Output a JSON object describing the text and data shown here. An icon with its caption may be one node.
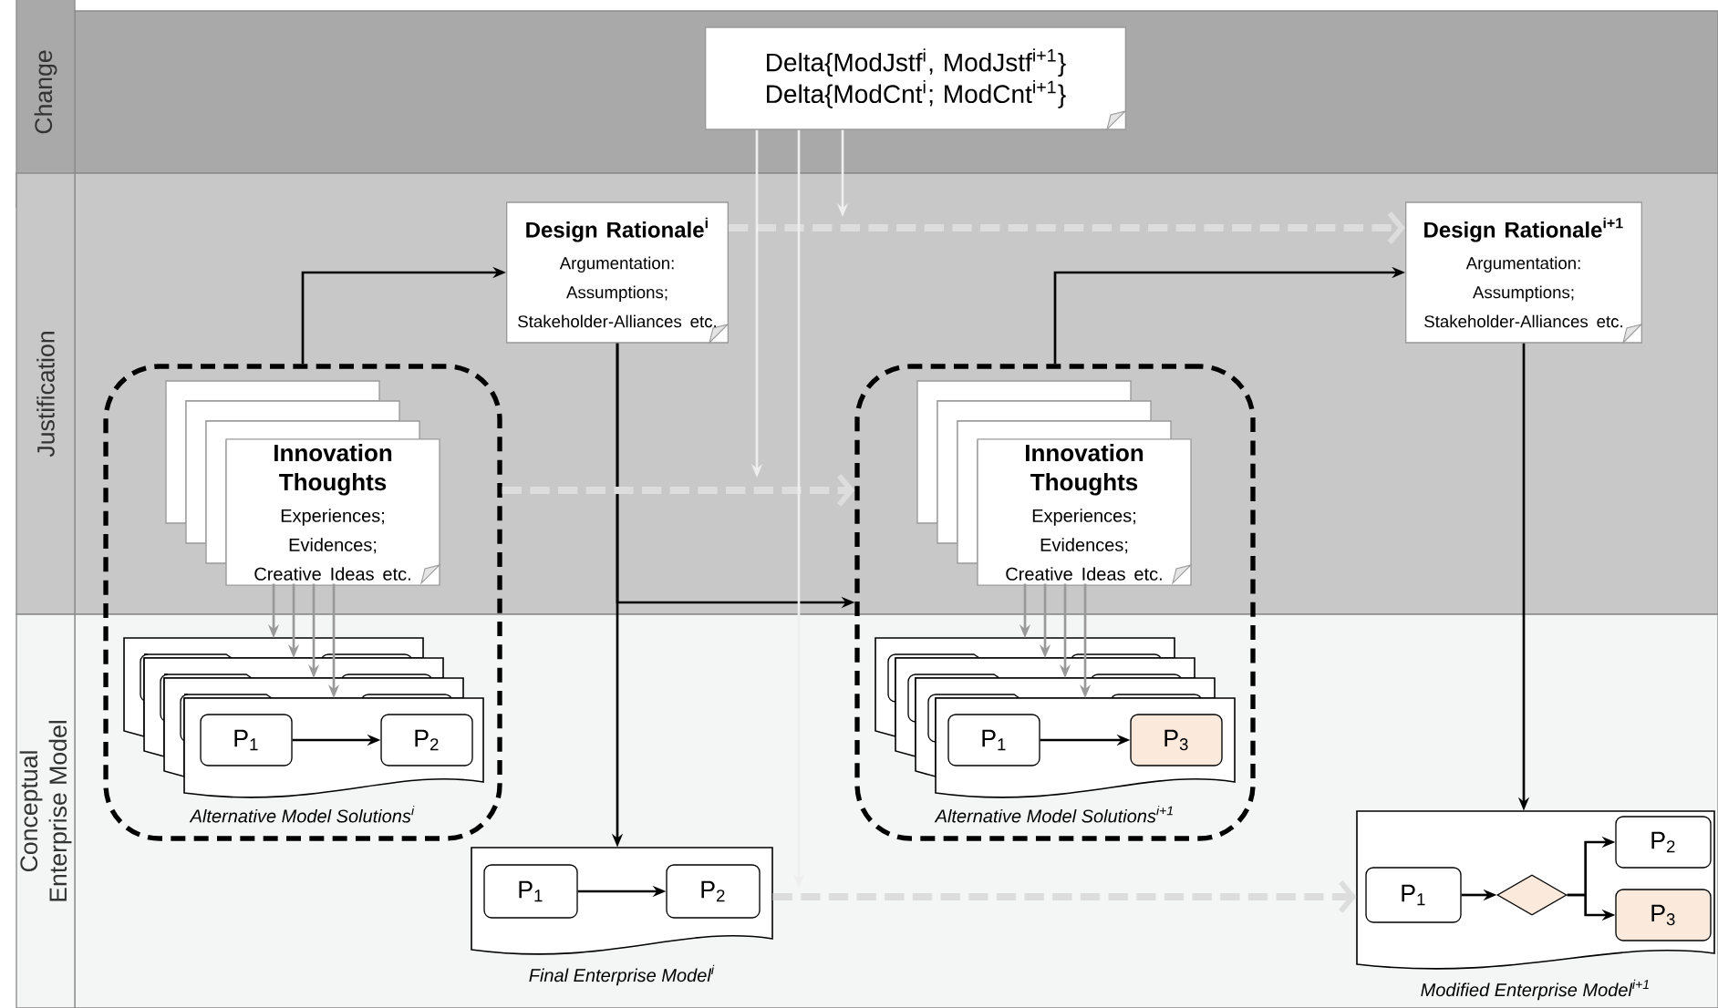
{
  "diagram": {
    "nodes": [
      {
        "text": [
          "Change"
        ]
      },
      {
        "text": [
          "Justification"
        ]
      },
      {
        "text": [
          "Conceptual Enterprise Model"
        ]
      },
      {
        "text": [
          "Delta{ModJstf$^{i}$, ModJstf$^{i+1}$}",
          "Delta{ModCnt$^{i}$; ModCnt$^{i+1}$}"
        ]
      },
      {
        "text": [
          "Design Rationale$^{i}$",
          "Argumentation: Assumptions; Stakeholder-Alliances etc."
        ]
      },
      {
        "text": [
          "Design Rationale$^{i+1}$",
          "Argumentation: Assumptions; Stakeholder-Alliances etc."
        ]
      },
      {
        "text": [
          "Alternative Model Solutions$^{i}$"
        ]
      },
      {
        "text": [
          "Innovation Thoughts",
          "Experiences; Evidences; Creative Ideas etc."
        ],
        "in": 6
      },
      {
        "text": [],
        "shape": "document",
        "in": 6
      },
      {
        "text": [
          "P$_{1}$"
        ],
        "in": 8
      },
      {
        "text": [
          "P$_{2}$"
        ],
        "in": 8
      },
      {
        "text": [
          "Alternative Model Solutions$^{i+1}$"
        ]
      },
      {
        "text": [
          "Innovation Thoughts",
          "Experiences; Evidences; Creative Ideas etc."
        ],
        "in": 11
      },
      {
        "text": [],
        "shape": "document",
        "in": 11
      },
      {
        "text": [
          "P$_{1}$"
        ],
        "in": 13
      },
      {
        "text": [
          "P$_{3}$"
        ],
        "in": 13
      },
      {
        "text": [],
        "shape": "document",
        "beside": [
          "Final Enterprise Model$^{i}$"
        ]
      },
      {
        "text": [
          "P$_{1}$"
        ],
        "in": 16
      },
      {
        "text": [
          "P$_{2}$"
        ],
        "in": 16
      },
      {
        "text": [],
        "shape": "document",
        "beside": [
          "Modified Enterprise Model$^{i+1}$"
        ]
      },
      {
        "text": [
          "P$_{1}$"
        ],
        "in": 19
      },
      {
        "text": [],
        "shape": "diamond",
        "in": 19
      },
      {
        "text": [
          "P$_{2}$"
        ],
        "in": 19
      },
      {
        "text": [
          "P$_{3}$"
        ],
        "in": 19
      }
    ],
    "edges": [
      {
        "from": 6,
        "to": 4,
        "arrow": "to"
      },
      {
        "from": 4,
        "to": 16,
        "arrow": "to"
      },
      {
        "from": 4,
        "to": 11,
        "arrow": "to"
      },
      {
        "from": 11,
        "to": 5,
        "arrow": "to"
      },
      {
        "from": 5,
        "to": 19,
        "arrow": "to"
      },
      {
        "from": 4,
        "to": 5,
        "arrow": "to",
        "style": "dashed",
        "color": "#dddddd"
      },
      {
        "from": 6,
        "to": 11,
        "arrow": "to",
        "style": "dashed",
        "color": "#dddddd"
      },
      {
        "from": 16,
        "to": 19,
        "arrow": "to",
        "style": "dashed",
        "color": "#dddddd"
      },
      {
        "from": 3,
        "to": null,
        "arrow": "to",
        "color": "#eeeeee"
      },
      {
        "from": 3,
        "to": null,
        "arrow": "to",
        "color": "#eeeeee"
      },
      {
        "from": 3,
        "to": null,
        "arrow": "to",
        "color": "#eeeeee"
      },
      {
        "from": 7,
        "to": 8,
        "arrow": "to",
        "color": "#999999"
      },
      {
        "from": 9,
        "to": 10,
        "arrow": "to"
      },
      {
        "from": 12,
        "to": 13,
        "arrow": "to",
        "color": "#999999"
      },
      {
        "from": 14,
        "to": 15,
        "arrow": "to"
      },
      {
        "from": 17,
        "to": 18,
        "arrow": "to"
      },
      {
        "from": 20,
        "to": 21,
        "arrow": "to"
      },
      {
        "from": 21,
        "to": 22,
        "arrow": "to"
      },
      {
        "from": 21,
        "to": 23,
        "arrow": "to"
      },
      {
        "from": 7,
        "to": 8,
        "arrow": "to",
        "color": "#999999"
      },
      {
        "from": 7,
        "to": 8,
        "arrow": "to",
        "color": "#999999"
      },
      {
        "from": 7,
        "to": 8,
        "arrow": "to",
        "color": "#999999"
      },
      {
        "from": 12,
        "to": 13,
        "arrow": "to",
        "color": "#999999"
      },
      {
        "from": 12,
        "to": 13,
        "arrow": "to",
        "color": "#999999"
      },
      {
        "from": 12,
        "to": 13,
        "arrow": "to",
        "color": "#999999"
      }
    ]
  }
}
